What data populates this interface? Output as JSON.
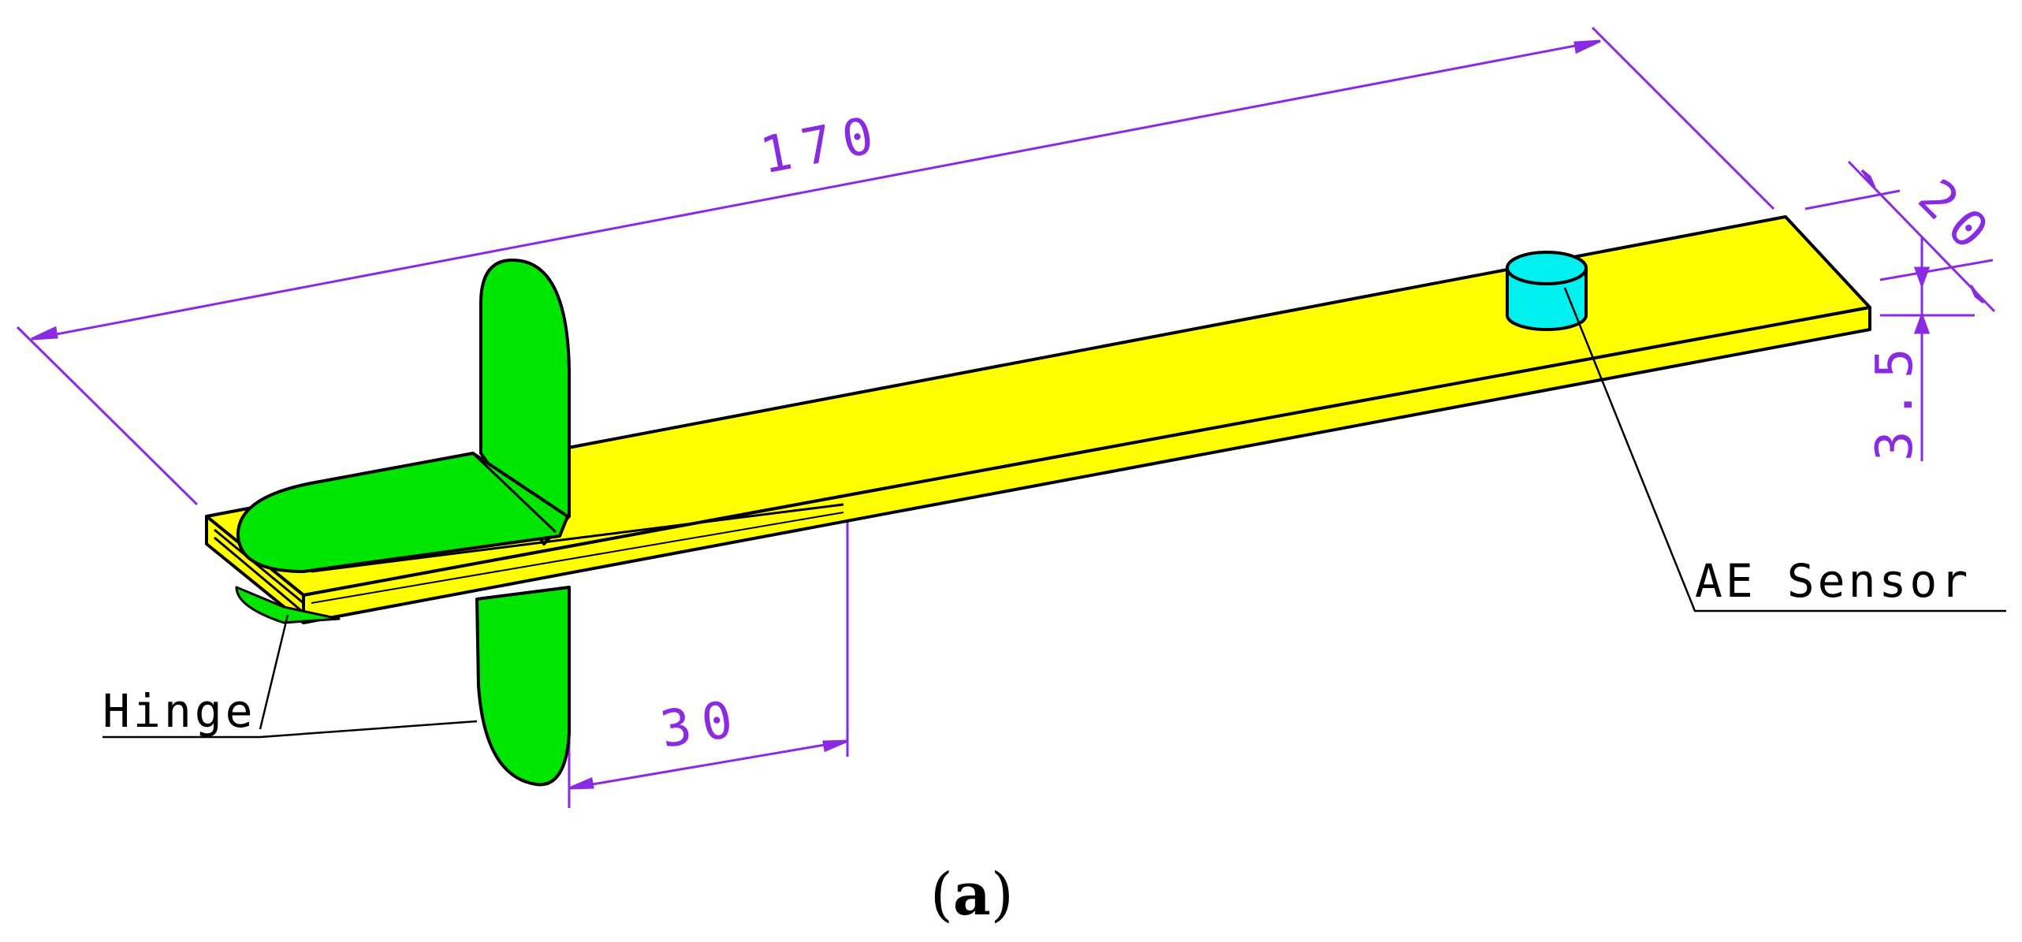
{
  "colors": {
    "dimension": "#8a2be2",
    "beam": "#ffff00",
    "flap": "#00e600",
    "sensor": "#00f0f0",
    "outline": "#000000"
  },
  "dimensions": {
    "length": "170",
    "width": "20",
    "thickness": "3.5",
    "offset": "30"
  },
  "labels": {
    "sensor": "AE Sensor",
    "hinge": "Hinge"
  },
  "caption": {
    "open": "(",
    "letter": "a",
    "close": ")"
  }
}
